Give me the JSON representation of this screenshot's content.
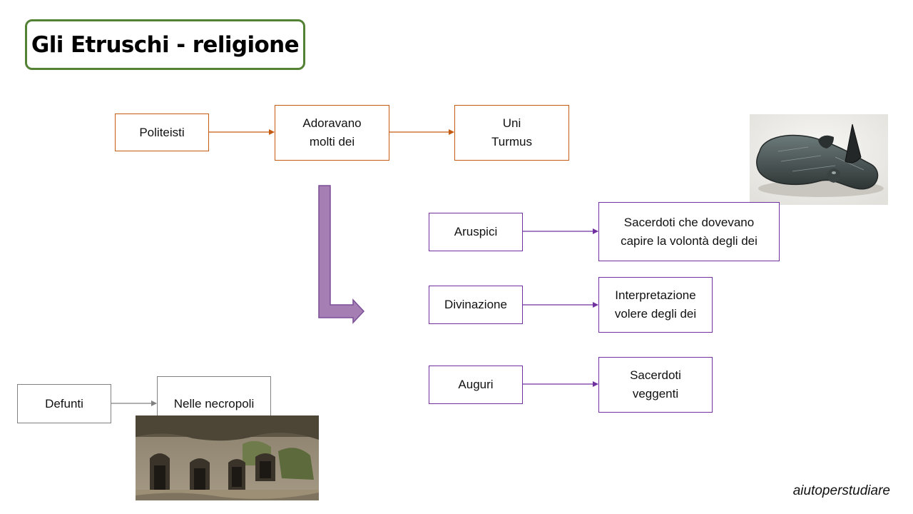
{
  "title": "Gli Etruschi - religione",
  "boxes": {
    "politeisti": "Politeisti",
    "adoravano": "Adoravano\nmolti dei",
    "uni": "Uni\nTurmus",
    "aruspici": "Aruspici",
    "aruspici_desc": "Sacerdoti che dovevano\ncapire la volontà degli dei",
    "divinazione": "Divinazione",
    "divinazione_desc": "Interpretazione\nvolere degli dei",
    "auguri": "Auguri",
    "auguri_desc": "Sacerdoti\nveggenti",
    "defunti": "Defunti",
    "necropoli": "Nelle necropoli"
  },
  "colors": {
    "title_border": "#548235",
    "orange": "#C55A11",
    "purple": "#7030A0",
    "big_arrow": "#A57EB4",
    "gray": "#808080"
  },
  "images": {
    "liver": "bronze-liver-of-piacenza-image",
    "necropolis": "rock-cut-tombs-image"
  },
  "watermark": "aiutoperstudiare"
}
